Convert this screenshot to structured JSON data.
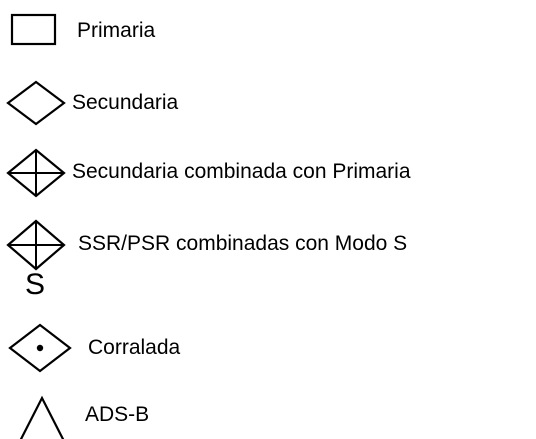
{
  "legend": {
    "items": [
      {
        "symbol": "square-icon",
        "label": "Primaria"
      },
      {
        "symbol": "diamond-icon",
        "label": "Secundaria"
      },
      {
        "symbol": "diamond-cross-icon",
        "label": "Secundaria combinada con Primaria"
      },
      {
        "symbol": "diamond-cross-s-icon",
        "label": "SSR/PSR combinadas con Modo S",
        "mark": "S"
      },
      {
        "symbol": "diamond-dot-icon",
        "label": "Corralada"
      },
      {
        "symbol": "triangle-icon",
        "label": "ADS-B"
      }
    ]
  },
  "colors": {
    "stroke": "#000000",
    "background": "#ffffff"
  }
}
